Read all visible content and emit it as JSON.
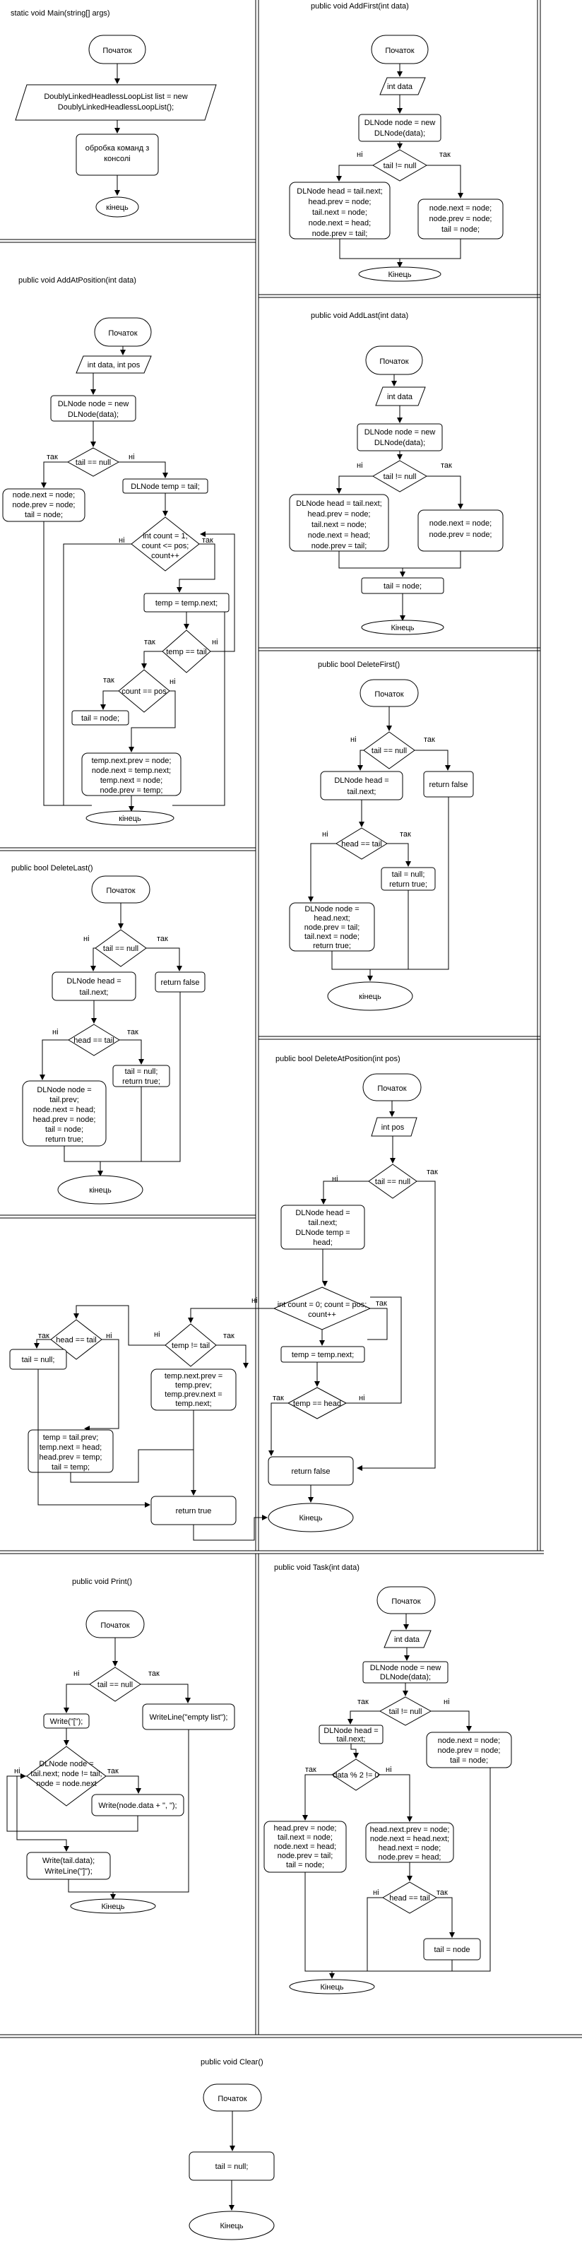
{
  "panels": {
    "main": {
      "title": "static void Main(string[] args)"
    },
    "add_first": {
      "title": "public void AddFirst(int data)"
    },
    "add_at_position": {
      "title": "public void AddAtPosition(int data)"
    },
    "add_last": {
      "title": "public void AddLast(int data)"
    },
    "delete_first": {
      "title": "public bool DeleteFirst()"
    },
    "delete_last": {
      "title": "public bool DeleteLast()"
    },
    "delete_at_pos": {
      "title": "public bool DeleteAtPosition(int pos)"
    },
    "print": {
      "title": "public void Print()"
    },
    "task": {
      "title": "public void Task(int data)"
    },
    "clear": {
      "title": "public void Clear()"
    }
  },
  "labels": {
    "start": "Початок",
    "end": "Кінець",
    "end_lower": "кінець",
    "yes": "так",
    "no": "ні"
  },
  "main": {
    "list_1": "DoublyLinkedHeadlessLoopList list = new",
    "list_2": "DoublyLinkedHeadlessLoopList();",
    "proc_1": "обробка команд з",
    "proc_2": "консолі"
  },
  "add_first": {
    "input": "int data",
    "node_1": "DLNode node = new",
    "node_2": "DLNode(data);",
    "cond": "tail != null",
    "no_1": "DLNode head = tail.next;",
    "no_2": "head.prev = node;",
    "no_3": "tail.next = node;",
    "no_4": "node.next = head;",
    "no_5": "node.prev = tail;",
    "yes_1": "node.next = node;",
    "yes_2": "node.prev = node;",
    "yes_3": "tail = node;"
  },
  "add_at_position": {
    "input": "int data, int pos",
    "node_1": "DLNode node = new",
    "node_2": "DLNode(data);",
    "cond": "tail == null",
    "yes_1": "node.next = node;",
    "yes_2": "node.prev = node;",
    "yes_3": "tail = node;",
    "temp": "DLNode temp = tail;",
    "loop_1": "int count = 1;",
    "loop_2": "count <= pos;",
    "loop_3": "count++",
    "step": "temp = temp.next;",
    "cond2": "temp == tail",
    "cond3": "count == pos",
    "tail_node": "tail = node;",
    "link_1": "temp.next.prev = node;",
    "link_2": "node.next = temp.next;",
    "link_3": "temp.next = node;",
    "link_4": "node.prev = temp;"
  },
  "add_last": {
    "input": "int data",
    "node_1": "DLNode node = new",
    "node_2": "DLNode(data);",
    "cond": "tail != null",
    "no_1": "DLNode head = tail.next;",
    "no_2": "head.prev = node;",
    "no_3": "tail.next = node;",
    "no_4": "node.next = head;",
    "no_5": "node.prev = tail;",
    "yes_1": "node.next = node;",
    "yes_2": "node.prev = node;",
    "tail_node": "tail = node;"
  },
  "delete_first": {
    "cond": "tail == null",
    "head_1": "DLNode head =",
    "head_2": "tail.next;",
    "ret_false": "return false",
    "cond2": "head == tail",
    "null_1": "tail = null;",
    "null_2": "return true;",
    "n_1": "DLNode node =",
    "n_2": "head.next;",
    "n_3": "node.prev = tail;",
    "n_4": "tail.next = node;",
    "n_5": "return true;"
  },
  "delete_last": {
    "cond": "tail == null",
    "head_1": "DLNode head =",
    "head_2": "tail.next;",
    "ret_false": "return false",
    "cond2": "head == tail",
    "null_1": "tail = null;",
    "null_2": "return true;",
    "n_1": "DLNode node =",
    "n_2": "tail.prev;",
    "n_3": "node.next = head;",
    "n_4": "head.prev = node;",
    "n_5": "tail = node;",
    "n_6": "return true;"
  },
  "delete_at_pos": {
    "input": "int pos",
    "cond": "tail == null",
    "head_1": "DLNode head =",
    "head_2": "tail.next;",
    "head_3": "DLNode temp =",
    "head_4": "head;",
    "loop_1": "int count = 0; count = pos;",
    "loop_2": "count++",
    "step": "temp = temp.next;",
    "cond2": "temp == head",
    "cond3": "temp != tail",
    "cond4": "head == tail",
    "tail_null": "tail = null;",
    "link_1": "temp.next.prev =",
    "link_2": "temp.prev;",
    "link_3": "temp.prev.next =",
    "link_4": "temp.next;",
    "t_1": "temp = tail.prev;",
    "t_2": "temp.next = head;",
    "t_3": "head.prev = temp;",
    "t_4": "tail = temp;",
    "ret_true": "return true",
    "ret_false": "return false"
  },
  "print": {
    "cond": "tail == null",
    "write_open": "Write(\"[\");",
    "write_empty": "WriteLine(\"empty list\");",
    "loop_1": "DLNode node =",
    "loop_2": "tail.next; node != tail;",
    "loop_3": "node = node.next",
    "write_node": "Write(node.data + \", \");",
    "write_tail": "Write(tail.data);",
    "write_close": "WriteLine(\"]\");"
  },
  "task": {
    "input": "int data",
    "node_1": "DLNode node = new",
    "node_2": "DLNode(data);",
    "cond": "tail != null",
    "head_1": "DLNode head =",
    "head_2": "tail.next;",
    "yes_1": "node.next = node;",
    "yes_2": "node.prev = node;",
    "yes_3": "tail = node;",
    "cond2": "data % 2 != 0",
    "l_1": "head.prev = node;",
    "l_2": "tail.next = node;",
    "l_3": "node.next = head;",
    "l_4": "node.prev = tail;",
    "l_5": "tail = node;",
    "r_1": "head.next.prev = node;",
    "r_2": "node.next = head.next;",
    "r_3": "head.next = node;",
    "r_4": "node.prev = head;",
    "cond3": "head == tail",
    "tail_node": "tail = node"
  },
  "clear": {
    "tail_null": "tail = null;"
  }
}
